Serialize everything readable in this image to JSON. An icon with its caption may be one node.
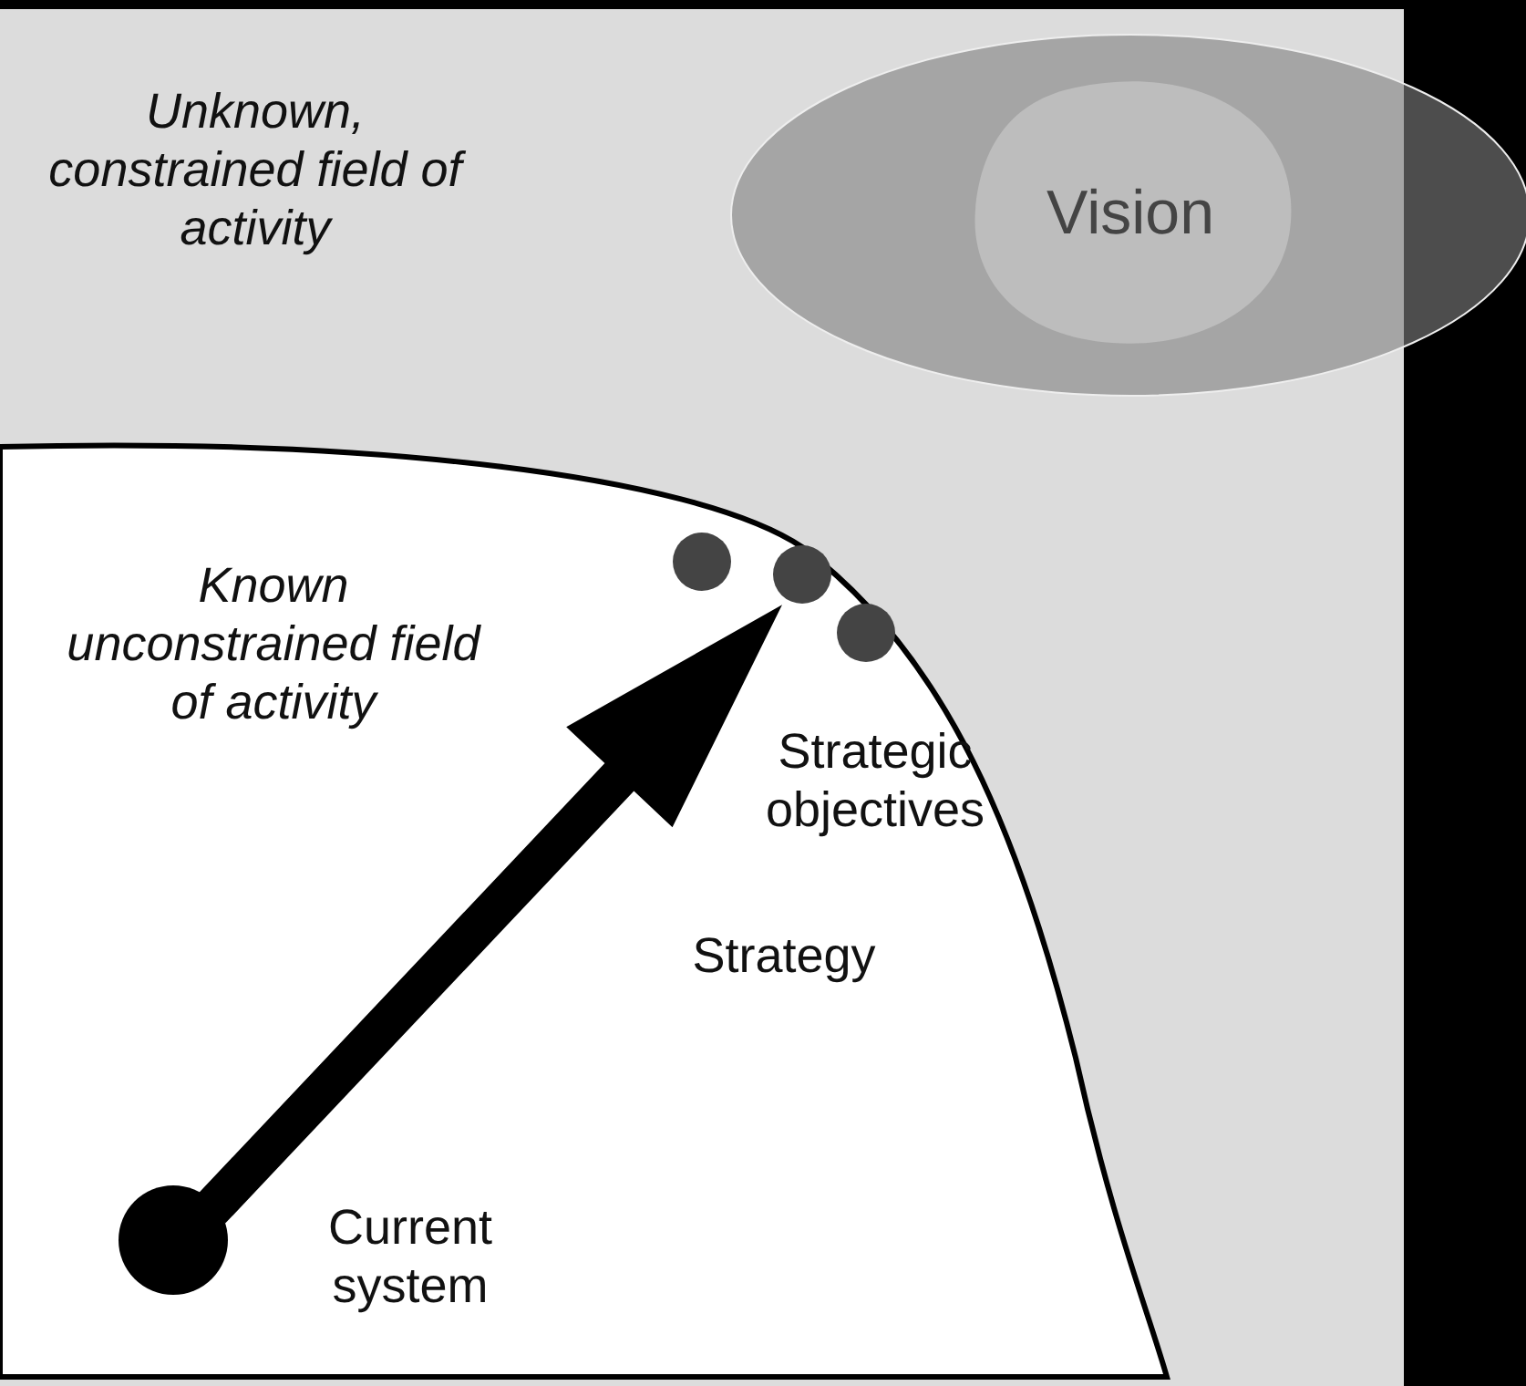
{
  "diagram": {
    "nodes": [
      {
        "text": [
          "Unknown, constrained field of activity"
        ]
      },
      {
        "text": [
          "Known unconstrained field of activity"
        ],
        "in": 0
      },
      {
        "text": [],
        "shape": "ellipse"
      },
      {
        "text": [
          "Vision"
        ],
        "in": 2
      },
      {
        "text": [],
        "shape": "circle",
        "in": 1
      },
      {
        "text": [],
        "shape": "circle",
        "in": 1
      },
      {
        "text": [],
        "shape": "circle",
        "in": 1
      },
      {
        "text": [],
        "shape": "circle",
        "in": 1,
        "beside": [
          "Current system"
        ]
      }
    ],
    "edges": [
      {
        "from": 7,
        "to": 5,
        "arrow": "to",
        "style": "thick",
        "label": "Strategy"
      }
    ],
    "labels": [
      "Strategic objectives"
    ]
  }
}
